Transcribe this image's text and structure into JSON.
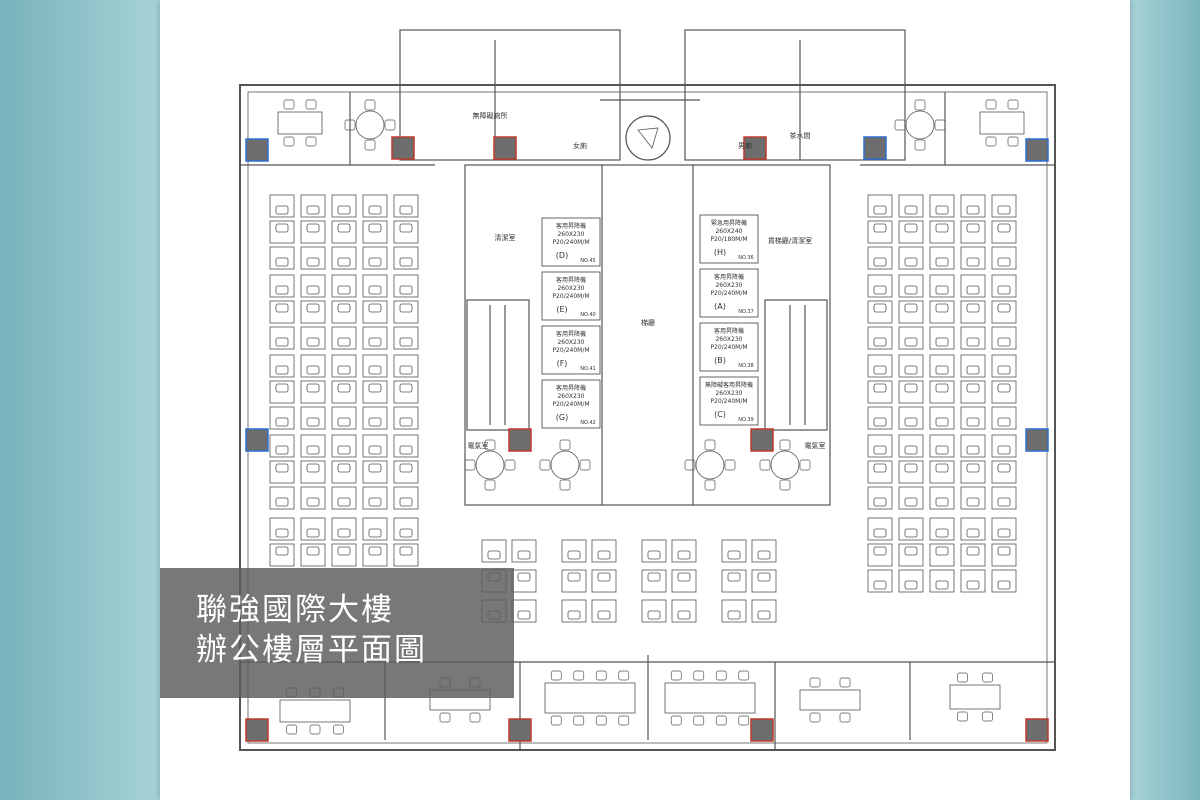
{
  "caption": {
    "line1": "聯強國際大樓",
    "line2": "辦公樓層平面圖"
  },
  "rooms": {
    "wc_accessible": "無障礙廁所",
    "wc_female": "女廁",
    "wc_male": "男廁",
    "tea_room": "茶水間",
    "janitor_left": "清潔室",
    "freight_janitor": "貨梯廳/清潔室",
    "lobby": "梯廳",
    "panel_left": "電氣室",
    "panel_right": "電氣室"
  },
  "elevators": {
    "left": [
      {
        "title": "客用昇降機",
        "spec": "260X230",
        "cap": "P20/240M/M",
        "id": "(D)",
        "no": "NO.45"
      },
      {
        "title": "客用昇降機",
        "spec": "260X230",
        "cap": "P20/240M/M",
        "id": "(E)",
        "no": "NO.40"
      },
      {
        "title": "客用昇降機",
        "spec": "260X230",
        "cap": "P20/240M/M",
        "id": "(F)",
        "no": "NO.41"
      },
      {
        "title": "客用昇降機",
        "spec": "260X230",
        "cap": "P20/240M/M",
        "id": "(G)",
        "no": "NO.42"
      }
    ],
    "right": [
      {
        "title": "緊急用昇降機",
        "spec": "260X240",
        "cap": "P20/180M/M",
        "id": "(H)",
        "no": "NO.36"
      },
      {
        "title": "客用昇降機",
        "spec": "260X230",
        "cap": "P20/240M/M",
        "id": "(A)",
        "no": "NO.37"
      },
      {
        "title": "客用昇降機",
        "spec": "260X230",
        "cap": "P20/240M/M",
        "id": "(B)",
        "no": "NO.38"
      },
      {
        "title": "無障礙客用昇降機",
        "spec": "260X230",
        "cap": "P20/240M/M",
        "id": "(C)",
        "no": "NO.39"
      }
    ]
  },
  "colors": {
    "line": "#555555",
    "column_fill": "#6d6d6d",
    "column_blue": "#2f6fd0",
    "column_red": "#c0392b",
    "caption_bg": "#5a5a5a"
  }
}
